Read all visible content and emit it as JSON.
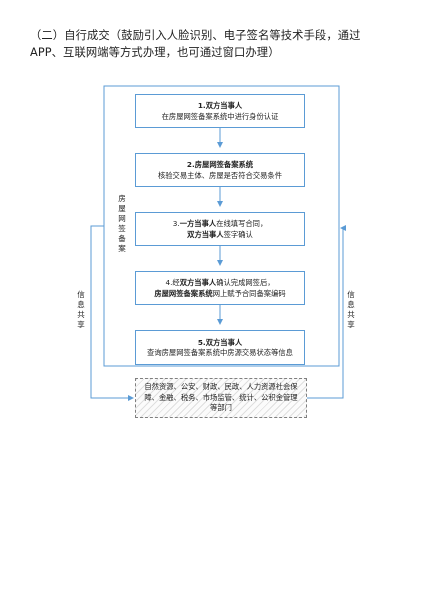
{
  "heading": {
    "line1": "（二）自行成交（鼓励引入人脸识别、电子签名等技术手段，通过",
    "line2": "APP、互联网端等方式办理，也可通过窗口办理）"
  },
  "side_label": "房屋网签备案",
  "left_share_label": "信息共享",
  "right_share_label": "信息共享",
  "steps": [
    {
      "num": "1.",
      "actor": "双方当事人",
      "line2": "在房屋网签备案系统中进行身份认证"
    },
    {
      "num": "2.",
      "actor": "房屋网签备案系统",
      "line2": "核验交易主体、房屋是否符合交易条件"
    },
    {
      "num": "3.",
      "actor": "一方当事人",
      "line1_rest": "在线填写合同，",
      "line2_bold": "双方当事人",
      "line2_rest": "签字确认"
    },
    {
      "num": "4.",
      "line1_pre": "经",
      "actor": "双方当事人",
      "line1_rest": "确认完成网签后，",
      "line2_bold": "房屋网签备案系统",
      "line2_rest": "网上赋予合同备案编码"
    },
    {
      "num": "5.",
      "actor": "双方当事人",
      "line2": "查询房屋网签备案系统中房源交易状态等信息"
    }
  ],
  "departments": "自然资源、公安、财政、民政、人力资源社会保障、金融、税务、市场监管、统计、公积金管理等部门",
  "colors": {
    "arrow": "#5b9bd5",
    "border": "#5b9bd5",
    "dashed": "#7f7f7f"
  }
}
